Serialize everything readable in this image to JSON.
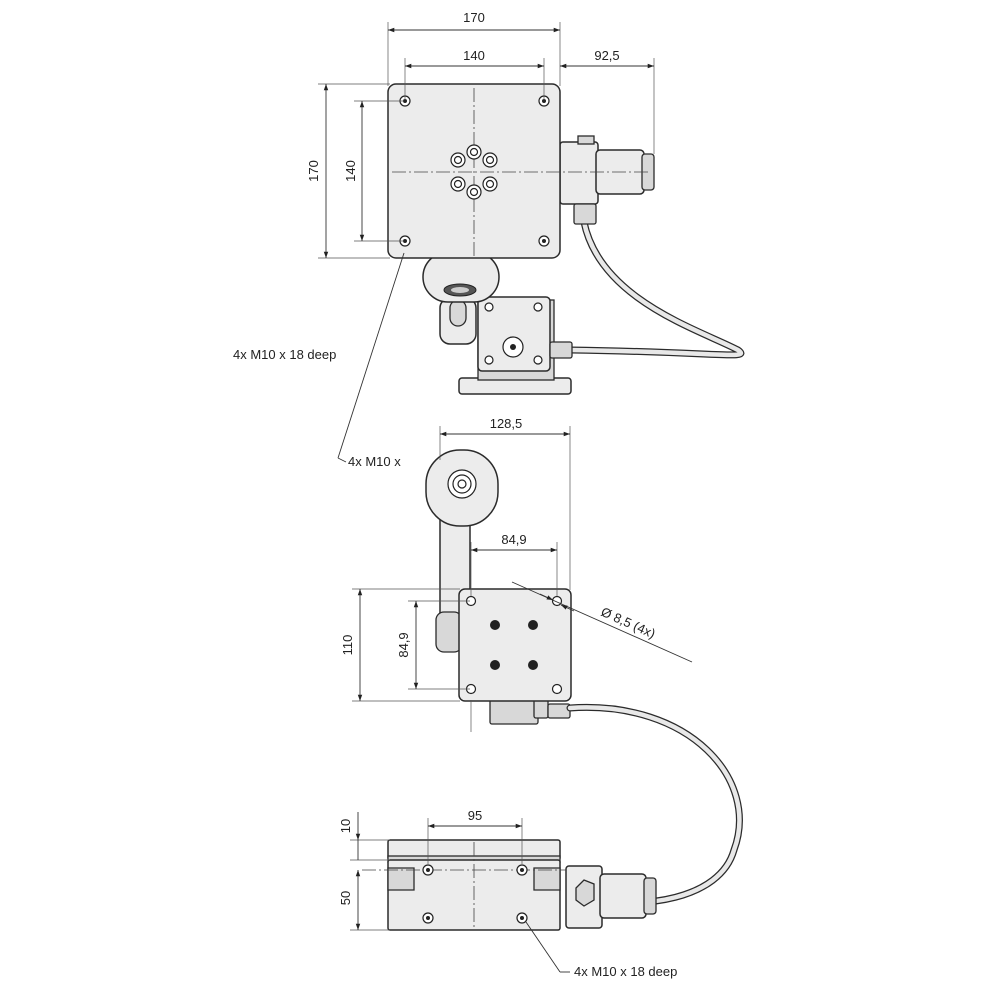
{
  "dimensions": {
    "top_width_outer": "170",
    "top_width_inner": "140",
    "top_motor_offset": "92,5",
    "top_height_outer": "170",
    "top_height_inner": "140",
    "mid_width_total": "128,5",
    "mid_width_inner": "84,9",
    "mid_height_outer": "110",
    "mid_height_inner": "84,9",
    "mid_hole_diameter": "Ø 8,5  (4x)",
    "bot_hole_spacing": "95",
    "bot_top_thickness": "10",
    "bot_height": "50"
  },
  "callouts": {
    "top_thread": "4x M10 x 18 deep",
    "top_thread_truncated": "4x M10 x",
    "bottom_thread": "4x M10 x 18 deep"
  },
  "colors": {
    "line": "#2b2b2b",
    "fill": "#ececec",
    "fill_dark": "#d8d8d8",
    "background": "#ffffff"
  }
}
